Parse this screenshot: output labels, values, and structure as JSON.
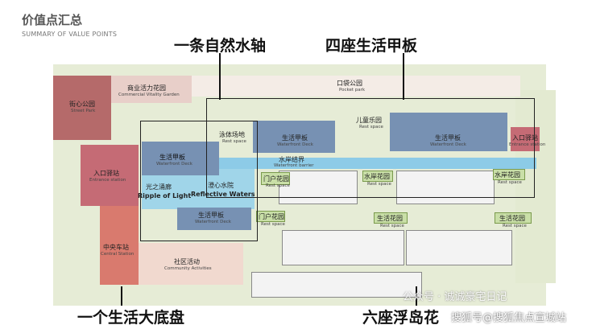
{
  "header": {
    "title": "价值点汇总",
    "subtitle": "SUMMARY OF VALUE POINTS"
  },
  "callouts": {
    "axis": "一条自然水轴",
    "decks": "四座生活甲板",
    "base": "一个生活大底盘",
    "islands": "六座浮岛花"
  },
  "zones": {
    "street_park": {
      "cn": "街心公园",
      "en": "Street Park"
    },
    "commercial": {
      "cn": "商业活力花园",
      "en": "Commercial Vitality Garden"
    },
    "pocket_park": {
      "cn": "口袋公园",
      "en": "Pocket park"
    },
    "entrance_w": {
      "cn": "入口驿站",
      "en": "Entrance station"
    },
    "central_station": {
      "cn": "中央车站",
      "en": "Central Station"
    },
    "community": {
      "cn": "社区活动",
      "en": "Community Activities"
    },
    "deck_w": {
      "cn": "生活甲板",
      "en": "Waterfront Deck"
    },
    "ripple": {
      "cn": "光之涌廊",
      "en": "Ripple of Light"
    },
    "reflective": {
      "cn": "澄心水院",
      "en": "Reflective Waters"
    },
    "deck_sw": {
      "cn": "生活甲板",
      "en": "Waterfront Deck"
    },
    "sports": {
      "cn": "泳体场地",
      "en": "Rest space"
    },
    "deck_c": {
      "cn": "生活甲板",
      "en": "Waterfront Deck"
    },
    "kids": {
      "cn": "儿童乐园",
      "en": "Rest space"
    },
    "deck_e": {
      "cn": "生活甲板",
      "en": "Waterfront Deck"
    },
    "entrance_e": {
      "cn": "入口驿站",
      "en": "Entrance station"
    },
    "water_belt": {
      "cn": "水岸结界",
      "en": "Waterfront barrier"
    },
    "door_1": {
      "cn": "门户花园",
      "en": "Rest space"
    },
    "door_2": {
      "cn": "门户花园",
      "en": "Rest space"
    },
    "wf_garden_1": {
      "cn": "水岸花园",
      "en": "Rest space"
    },
    "wf_garden_2": {
      "cn": "水岸花园",
      "en": "Rest space"
    },
    "life_garden_1": {
      "cn": "生活花园",
      "en": "Rest space"
    },
    "life_garden_2": {
      "cn": "生活花园",
      "en": "Rest space"
    }
  },
  "watermark": {
    "text1": "公众号 · 诚诚豪宅日记",
    "text2": "搜狐号@搜狐焦点宣城站"
  },
  "colors": {
    "street_park": "#b56a6a",
    "commercial": "#e8cfc9",
    "pocket_park": "#f4ece6",
    "entrance": "#c56b75",
    "central_station": "#d97a6e",
    "community": "#f1d9cf",
    "deck": "#7791b3",
    "water": "#7cc6ea",
    "garden_tag": "#c9dfa7",
    "ground": "#e6ecd6"
  }
}
